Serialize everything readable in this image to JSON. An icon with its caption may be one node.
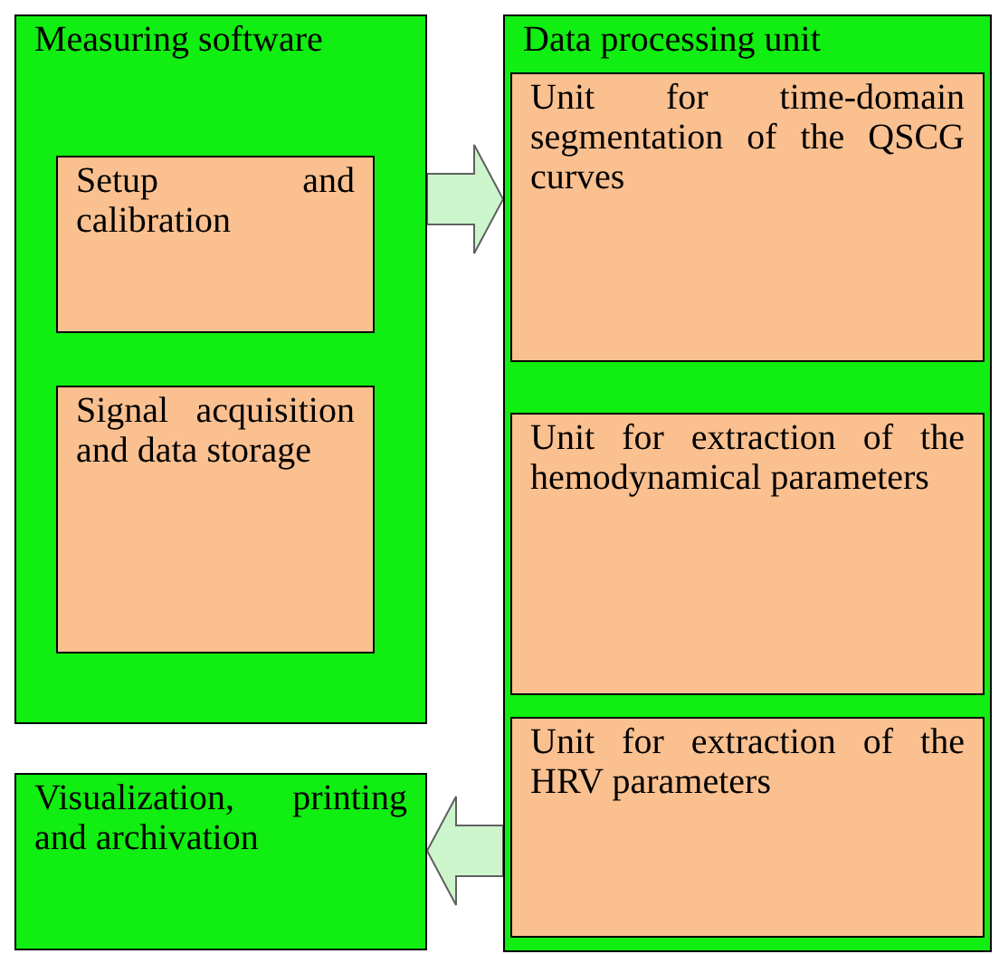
{
  "diagram": {
    "nodes": [
      {
        "text": [
          "Measuring software"
        ]
      },
      {
        "text": [
          "Setup and calibration"
        ],
        "in": 0
      },
      {
        "text": [
          "Signal acquisition and data storage"
        ],
        "in": 0
      },
      {
        "text": [
          "Data processing unit"
        ]
      },
      {
        "text": [
          "Unit for time-domain segmentation of the QSCG curves"
        ],
        "in": 3
      },
      {
        "text": [
          "Unit for extraction of the hemodynamical parameters"
        ],
        "in": 3
      },
      {
        "text": [
          "Unit for extraction of the HRV parameters"
        ],
        "in": 3
      },
      {
        "text": [
          "Visualization, printing and archivation"
        ]
      }
    ],
    "edges": [
      {
        "from": 0,
        "to": 3,
        "arrow": "to"
      },
      {
        "from": 3,
        "to": 7,
        "arrow": "to"
      }
    ]
  }
}
